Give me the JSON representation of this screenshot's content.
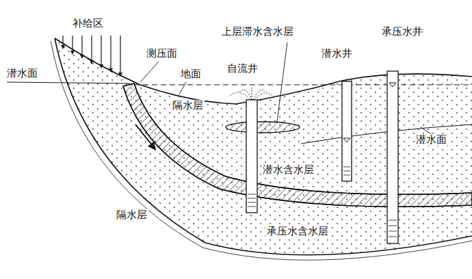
{
  "diagram": {
    "labels": [
      "补给区",
      "测压面",
      "潜水面",
      "地面",
      "自流井",
      "上层滞水含水层",
      "潜水井",
      "承压水井",
      "隔水层",
      "潜水面",
      "潜水含水层",
      "隔水层",
      "承压水含水层"
    ]
  }
}
